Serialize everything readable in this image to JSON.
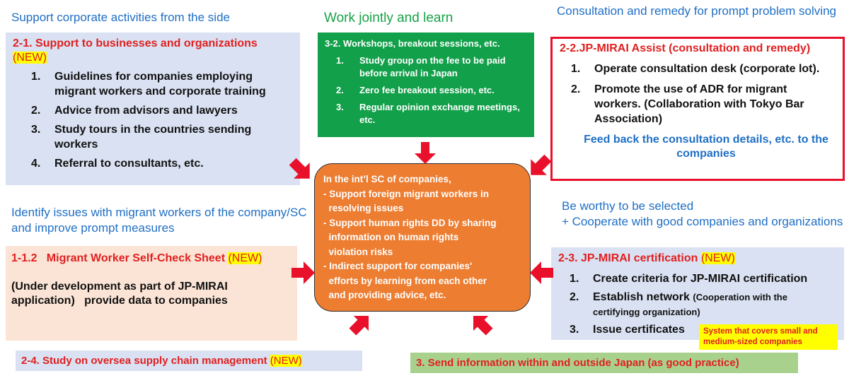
{
  "colors": {
    "caption_blue": "#1f6fc5",
    "caption_green": "#17a347",
    "box_blue": "#d9e1f2",
    "box_peach": "#fbe4d5",
    "box_green": "#12a04a",
    "box_light_green": "#a9d18e",
    "center_orange": "#ed7d31",
    "arrow_red": "#e8102a",
    "title_red": "#e02020",
    "new_highlight": "#ffff00"
  },
  "captions": {
    "top_left": "Support corporate activities from the side",
    "top_center": "Work jointly and learn",
    "top_right": "Consultation and remedy for prompt problem solving",
    "mid_left": "Identify issues with migrant workers of the company/SC and improve prompt measures",
    "mid_right_line1": "Be worthy to be selected",
    "mid_right_line2": "+ Cooperate with good companies and organizations"
  },
  "box_2_1": {
    "title": "2-1. Support to businesses and organizations",
    "new_tag": "(NEW)",
    "items": [
      {
        "num": "1.",
        "text": "Guidelines for companies employing migrant workers and corporate training"
      },
      {
        "num": "2.",
        "text": "Advice from advisors and lawyers"
      },
      {
        "num": "3.",
        "text": "Study tours in the countries sending workers"
      },
      {
        "num": "4.",
        "text": "Referral to consultants, etc."
      }
    ]
  },
  "box_3_2": {
    "title": "3-2. Workshops, breakout sessions, etc.",
    "items": [
      {
        "num": "1.",
        "text": "Study group on the fee to be paid before arrival in Japan"
      },
      {
        "num": "2.",
        "text": "Zero fee breakout session, etc."
      },
      {
        "num": "3.",
        "text": "Regular opinion exchange meetings, etc."
      }
    ]
  },
  "box_2_2": {
    "title": "2-2.JP-MIRAI Assist (consultation and remedy)",
    "items": [
      {
        "num": "1.",
        "text": "Operate consultation desk (corporate lot)."
      },
      {
        "num": "2.",
        "text": "Promote the use of ADR for migrant workers. (Collaboration with Tokyo Bar Association)"
      }
    ],
    "feedback": "Feed back the consultation details, etc. to the companies"
  },
  "center": {
    "lines": [
      "In the int’l SC of companies,",
      "- Support foreign migrant workers in",
      "  resolving issues",
      "- Support human rights DD by sharing",
      "  information on human rights",
      "  violation risks",
      "- Indirect support for companies'",
      "  efforts by learning from each other",
      "  and providing advice, etc."
    ]
  },
  "box_1_1_2": {
    "title": "1-1.2   Migrant Worker Self-Check Sheet",
    "new_tag": "(NEW)",
    "body": "(Under development as part of JP-MIRAI application)   provide data to companies"
  },
  "box_2_3": {
    "title": "2-3. JP-MIRAI certification",
    "new_tag": "(NEW)",
    "item1": {
      "num": "1.",
      "text": "Create criteria for JP-MIRAI certification"
    },
    "item2": {
      "num": "2.",
      "text": "Establish network",
      "note": "(Cooperation with the certifyingg organization)"
    },
    "item3": {
      "num": "3.",
      "text": "Issue certificates"
    },
    "callout": "System that covers small and medium-sized companies"
  },
  "box_2_4": {
    "title": "2-4. Study on oversea supply chain management",
    "new_tag": "(NEW)"
  },
  "box_3": {
    "title": "3. Send information within and outside Japan (as good practice)"
  },
  "arrows": [
    {
      "name": "arrow-from-top-left",
      "direction": "down-right"
    },
    {
      "name": "arrow-from-top",
      "direction": "down"
    },
    {
      "name": "arrow-from-top-right",
      "direction": "down-left"
    },
    {
      "name": "arrow-from-left",
      "direction": "right"
    },
    {
      "name": "arrow-from-right",
      "direction": "left"
    },
    {
      "name": "arrow-from-bottom-left",
      "direction": "up-right"
    },
    {
      "name": "arrow-from-bottom-right",
      "direction": "up-left"
    }
  ]
}
